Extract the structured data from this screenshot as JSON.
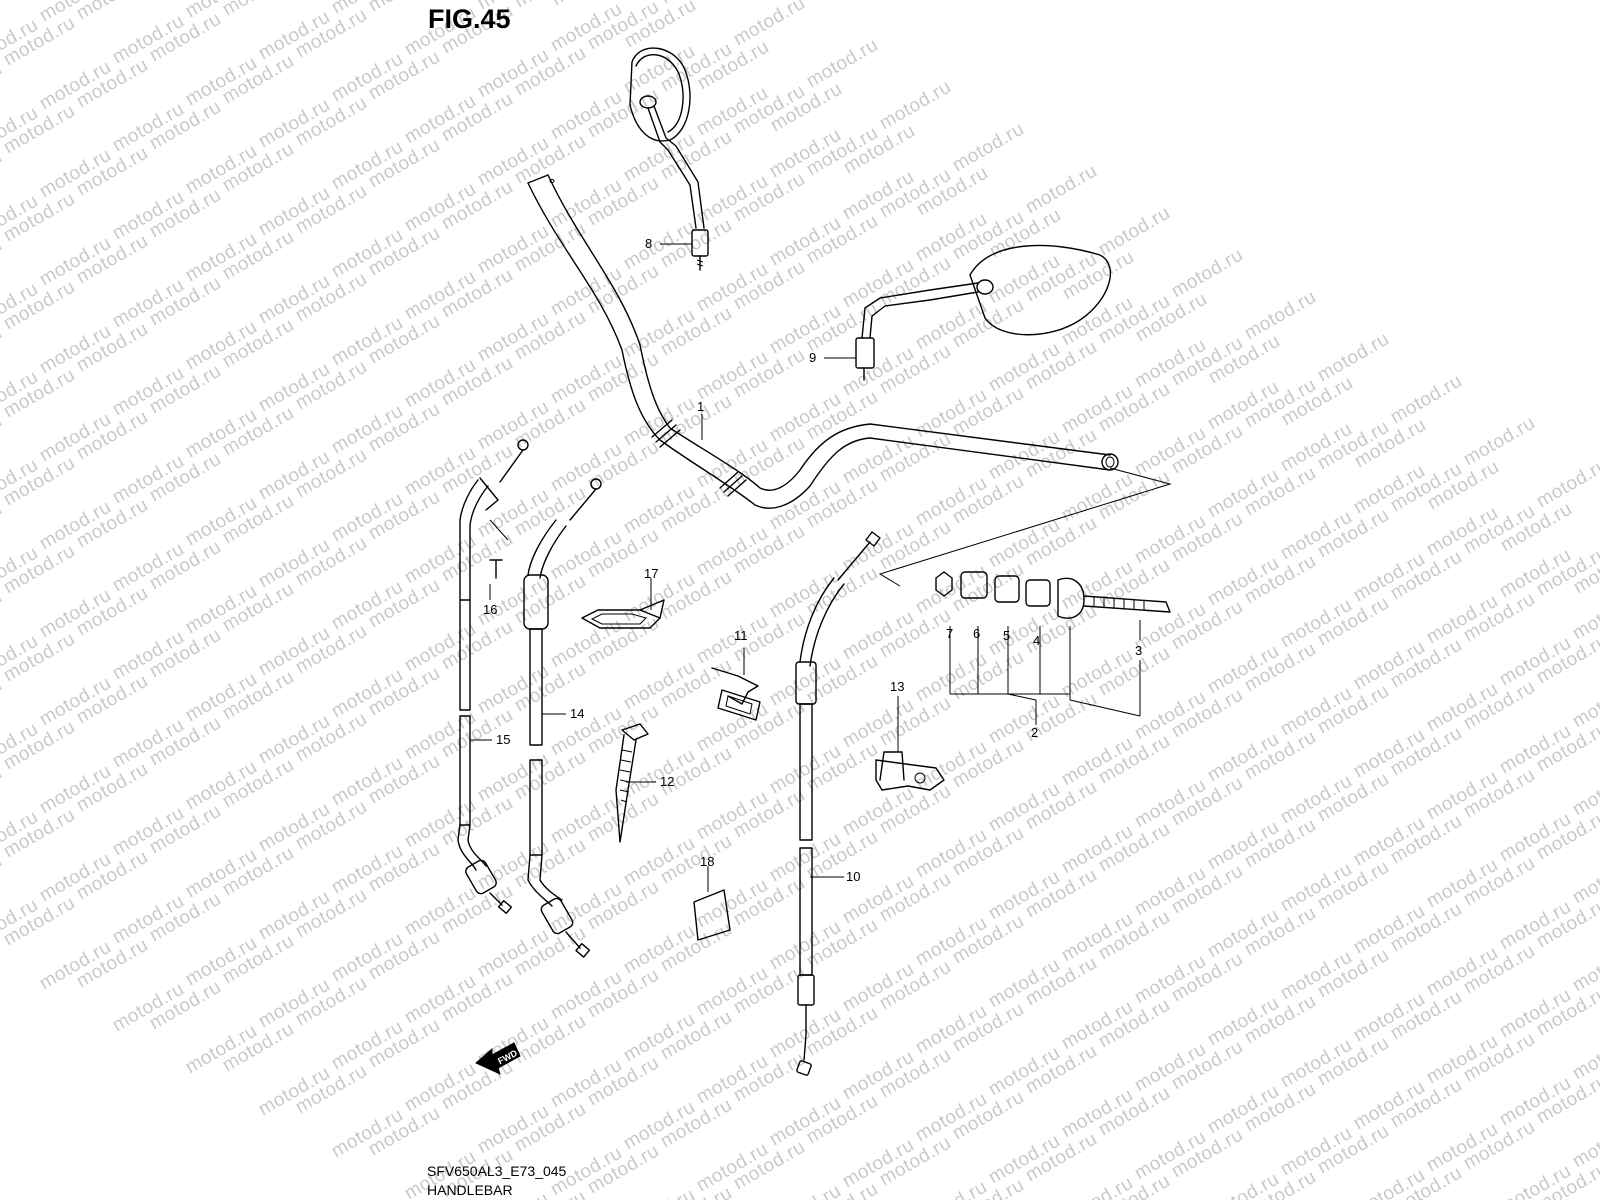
{
  "figure_title": "FIG.45",
  "caption": {
    "code": "SFV650AL3_E73_045",
    "name": "HANDLEBAR"
  },
  "watermark_text": "motod.ru",
  "fwd_label": "FWD",
  "callouts": {
    "c1": "1",
    "c2": "2",
    "c3": "3",
    "c4": "4",
    "c5": "5",
    "c6": "6",
    "c7": "7",
    "c8": "8",
    "c9": "9",
    "c10": "10",
    "c11": "11",
    "c12": "12",
    "c13": "13",
    "c14": "14",
    "c15": "15",
    "c16": "16",
    "c17": "17",
    "c18": "18"
  }
}
